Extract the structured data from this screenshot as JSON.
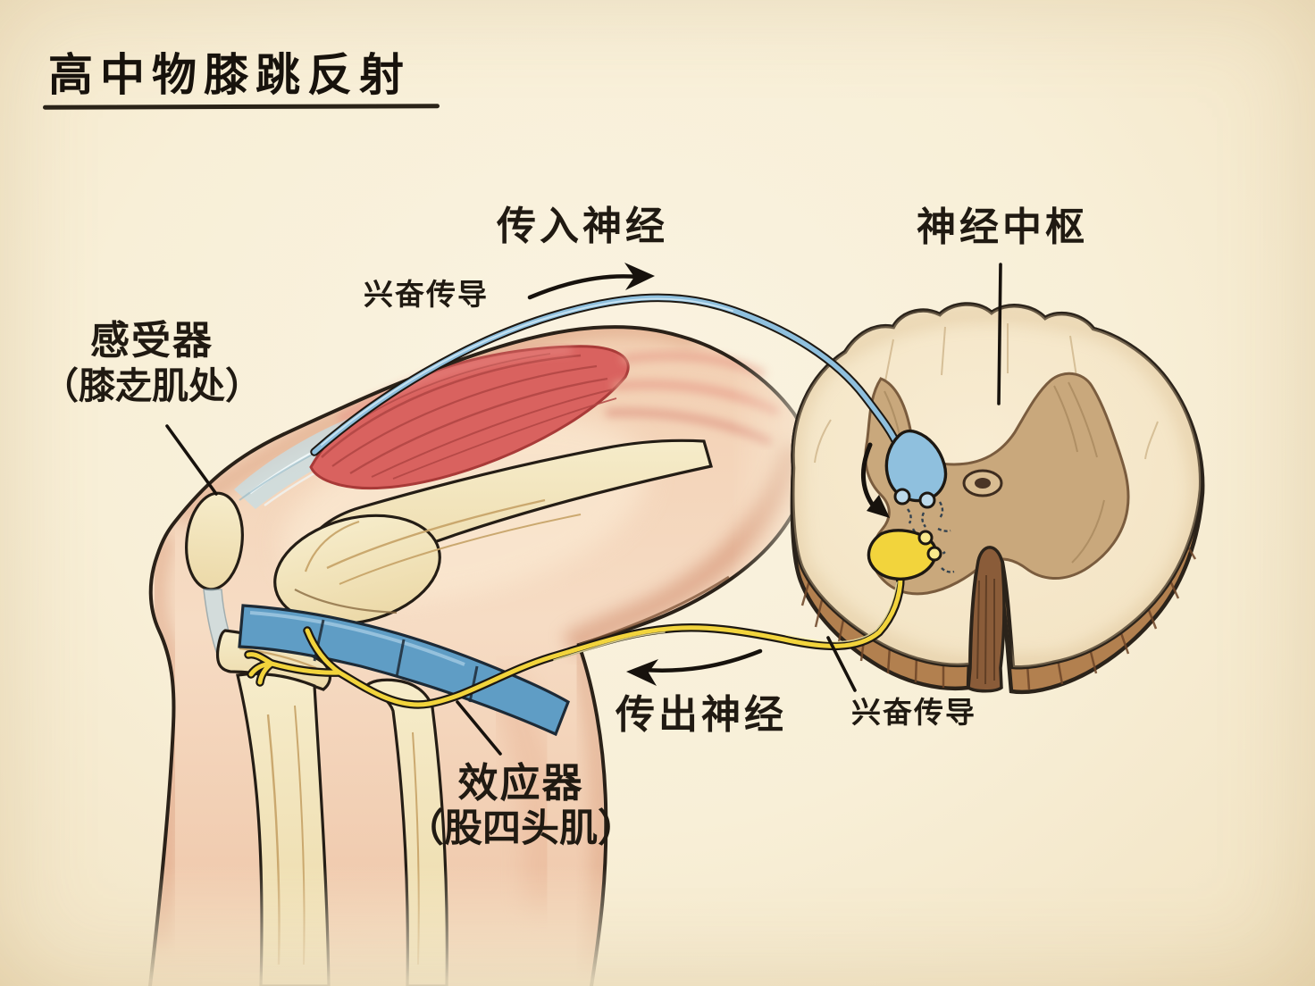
{
  "page": {
    "title": "高中物膝跳反射"
  },
  "labels": {
    "afferent_nerve": "传入神经",
    "nerve_center": "神经中枢",
    "excitation_conduction_top": "兴奋传导",
    "excitation_conduction_bottom": "兴奋传导",
    "efferent_nerve": "传出神经",
    "receptor_title": "感受器",
    "receptor_location": "（膝赱肌处）",
    "effector_title": "效应器",
    "effector_location": "（股四头肌）"
  },
  "colors": {
    "paper_cream": "#f8efd7",
    "afferent_nerve_blue": "#8fc0de",
    "efferent_nerve_yellow": "#f2d43c",
    "muscle_red": "#d9625f",
    "bone_cream": "#f2e4bb",
    "gray_matter_tan": "#c9a87c",
    "spinal_cord_rim_brown": "#b2804f",
    "ink_black": "#241d15"
  }
}
